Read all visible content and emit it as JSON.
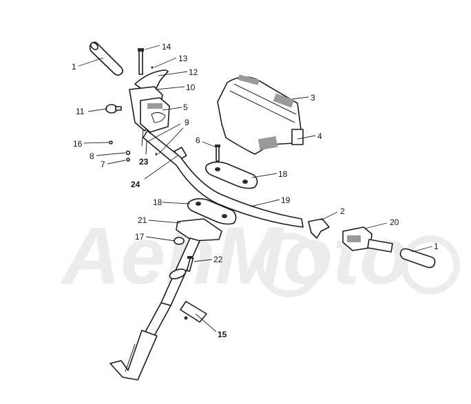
{
  "diagram": {
    "watermark": "AehMoto",
    "callouts": [
      {
        "id": "c1a",
        "label": "1"
      },
      {
        "id": "c14",
        "label": "14"
      },
      {
        "id": "c13",
        "label": "13"
      },
      {
        "id": "c12",
        "label": "12"
      },
      {
        "id": "c10",
        "label": "10"
      },
      {
        "id": "c11",
        "label": "11"
      },
      {
        "id": "c5",
        "label": "5"
      },
      {
        "id": "c9",
        "label": "9"
      },
      {
        "id": "c16",
        "label": "16"
      },
      {
        "id": "c8",
        "label": "8"
      },
      {
        "id": "c7",
        "label": "7"
      },
      {
        "id": "c23",
        "label": "23"
      },
      {
        "id": "c24",
        "label": "24"
      },
      {
        "id": "c3",
        "label": "3"
      },
      {
        "id": "c4",
        "label": "4"
      },
      {
        "id": "c6",
        "label": "6"
      },
      {
        "id": "c18a",
        "label": "18"
      },
      {
        "id": "c18b",
        "label": "18"
      },
      {
        "id": "c19",
        "label": "19"
      },
      {
        "id": "c2",
        "label": "2"
      },
      {
        "id": "c20",
        "label": "20"
      },
      {
        "id": "c1b",
        "label": "1"
      },
      {
        "id": "c21",
        "label": "21"
      },
      {
        "id": "c17",
        "label": "17"
      },
      {
        "id": "c22",
        "label": "22"
      },
      {
        "id": "c15",
        "label": "15"
      }
    ]
  }
}
